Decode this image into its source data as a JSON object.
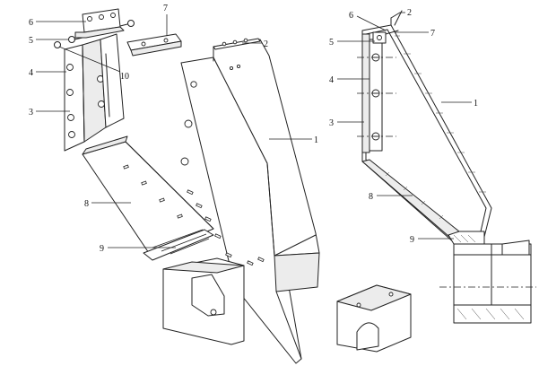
{
  "exploded_view": {
    "labels": {
      "l1": "1",
      "l2": "2",
      "l3": "3",
      "l4": "4",
      "l5": "5",
      "l6": "6",
      "l7": "7",
      "l8": "8",
      "l9": "9",
      "l10": "10"
    }
  },
  "section_view": {
    "labels": {
      "l1": "1",
      "l2": "2",
      "l3": "3",
      "l4": "4",
      "l5": "5",
      "l6": "6",
      "l7": "7",
      "l8": "8",
      "l9": "9"
    }
  }
}
